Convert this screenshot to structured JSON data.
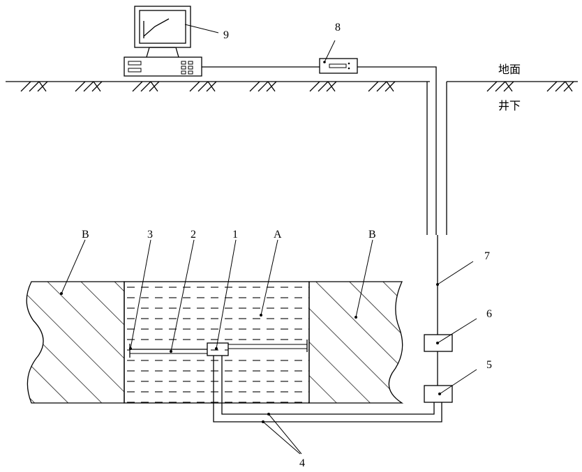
{
  "labels": {
    "ground": "地面",
    "underground": "井下",
    "coal_seam": "A",
    "rock_left": "B",
    "rock_right": "B",
    "n1": "1",
    "n2": "2",
    "n3": "3",
    "n4": "4",
    "n5": "5",
    "n6": "6",
    "n7": "7",
    "n8": "8",
    "n9": "9"
  }
}
